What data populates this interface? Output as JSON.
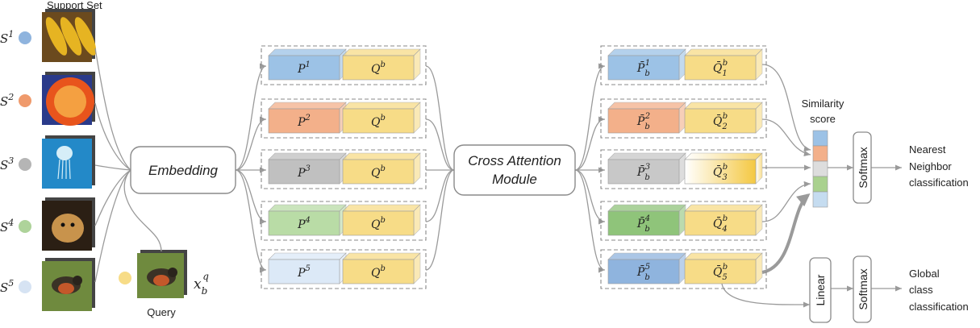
{
  "support_set_label": "Support Set",
  "support": [
    {
      "sym": "S",
      "sup": "1",
      "color": "#8fb4de",
      "thumb": "corn"
    },
    {
      "sym": "S",
      "sup": "2",
      "color": "#ef9a6c",
      "thumb": "orange"
    },
    {
      "sym": "S",
      "sup": "3",
      "color": "#b5b5b5",
      "thumb": "jellyfish"
    },
    {
      "sym": "S",
      "sup": "4",
      "color": "#aed39a",
      "thumb": "dog"
    },
    {
      "sym": "S",
      "sup": "5",
      "color": "#d6e3f3",
      "thumb": "robin"
    }
  ],
  "query": {
    "label": "Query",
    "sym": "x",
    "sub": "b",
    "sup": "q",
    "color": "#f7dc87",
    "thumb": "robin"
  },
  "embedding_label": "Embedding",
  "cross_attention": {
    "line1": "Cross Attention",
    "line2": "Module"
  },
  "pairs": [
    {
      "p": "P",
      "p_sup": "1",
      "q": "Q",
      "q_sup": "b",
      "p_color": "#9cc2e6"
    },
    {
      "p": "P",
      "p_sup": "2",
      "q": "Q",
      "q_sup": "b",
      "p_color": "#f3b08a"
    },
    {
      "p": "P",
      "p_sup": "3",
      "q": "Q",
      "q_sup": "b",
      "p_color": "#c0c0c0"
    },
    {
      "p": "P",
      "p_sup": "4",
      "q": "Q",
      "q_sup": "b",
      "p_color": "#b9dca6"
    },
    {
      "p": "P",
      "p_sup": "5",
      "q": "Q",
      "q_sup": "b",
      "p_color": "#dce9f7"
    }
  ],
  "attended": [
    {
      "p": "P̄",
      "p_sub": "b",
      "p_sup": "1",
      "q": "Q̄",
      "q_sub": "1",
      "q_sup": "b",
      "p_color": "#9cc2e6"
    },
    {
      "p": "P̄",
      "p_sub": "b",
      "p_sup": "2",
      "q": "Q̄",
      "q_sub": "2",
      "q_sup": "b",
      "p_color": "#f3b08a"
    },
    {
      "p": "P̄",
      "p_sub": "b",
      "p_sup": "3",
      "q": "Q̄",
      "q_sub": "3",
      "q_sup": "b",
      "p_color": "#c8c8c8"
    },
    {
      "p": "P̄",
      "p_sub": "b",
      "p_sup": "4",
      "q": "Q̄",
      "q_sub": "4",
      "q_sup": "b",
      "p_color": "#8fc47a"
    },
    {
      "p": "P̄",
      "p_sub": "b",
      "p_sup": "5",
      "q": "Q̄",
      "q_sub": "5",
      "q_sup": "b",
      "p_color": "#8fb4de"
    }
  ],
  "q_color": "#f7dc87",
  "similarity": {
    "line1": "Similarity",
    "line2": "score",
    "colors": [
      "#9cc2e6",
      "#f3b08a",
      "#dddddd",
      "#a9d18e",
      "#c5dcf0"
    ]
  },
  "softmax_label": "Softmax",
  "linear_label": "Linear",
  "outputs": {
    "nearest": [
      "Nearest",
      "Neighbor",
      "classification"
    ],
    "global": [
      "Global",
      "class",
      "classification"
    ]
  }
}
